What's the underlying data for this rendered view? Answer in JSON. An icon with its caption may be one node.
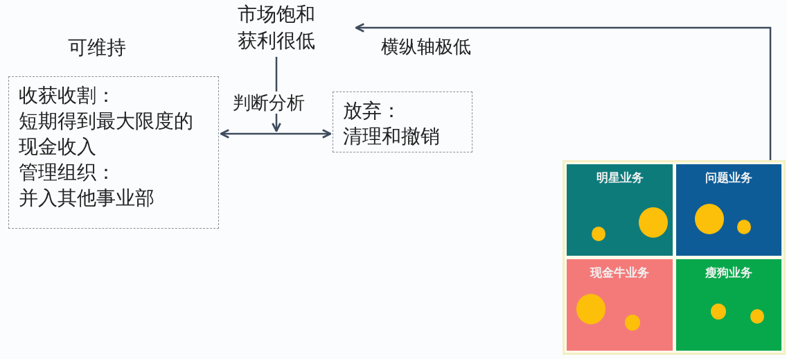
{
  "diagram": {
    "nodes": [
      {
        "text": [
          "收获收割：",
          "短期得到最大限度的现金收入",
          "管理组织：",
          "并入其他事业部"
        ],
        "beside": [
          "可维持"
        ]
      },
      {
        "text": [
          "放弃：",
          "清理和撤销"
        ]
      },
      {
        "text": [
          "市场饱和获利很低"
        ]
      },
      {
        "text": [
          "明星业务"
        ]
      },
      {
        "text": [
          "问题业务"
        ]
      },
      {
        "text": [
          "现金牛业务"
        ]
      },
      {
        "text": [
          "瘦狗业务"
        ]
      }
    ],
    "edges": [
      {
        "from": 2,
        "to": 0,
        "arrow": "to",
        "label": "判断分析"
      },
      {
        "from": 2,
        "to": 1,
        "arrow": "to"
      },
      {
        "from": 6,
        "to": null,
        "arrow": "to",
        "label": "横纵轴极低"
      }
    ]
  }
}
